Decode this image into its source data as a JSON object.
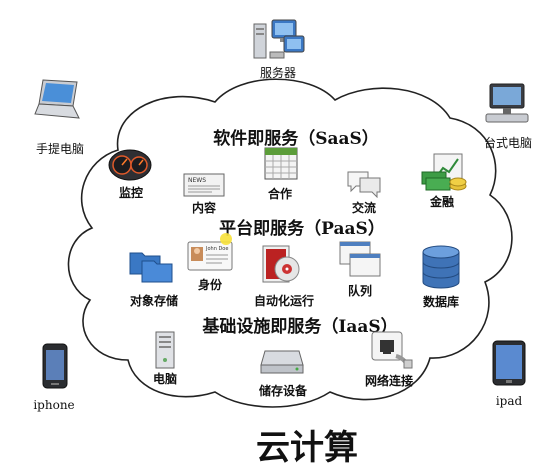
{
  "diagram": {
    "title": "云计算",
    "layers": {
      "saas": "软件即服务（SaaS）",
      "paas": "平台即服务（PaaS）",
      "iaas": "基础设施即服务（IaaS）"
    },
    "devices": {
      "server": "服务器",
      "laptop": "手提电脑",
      "desktop": "台式电脑",
      "iphone": "iphone",
      "ipad": "ipad"
    },
    "services": {
      "monitor": "监控",
      "content": "内容",
      "collab": "合作",
      "chat": "交流",
      "finance": "金融",
      "identity": "身份",
      "automation": "自动化运行",
      "queue": "队列",
      "database": "数据库",
      "object_storage": "对象存储",
      "compute": "电脑",
      "storage": "储存设备",
      "network": "网络连接"
    },
    "icon_text": {
      "news": "NEWS",
      "id_name": "John Doe"
    }
  }
}
